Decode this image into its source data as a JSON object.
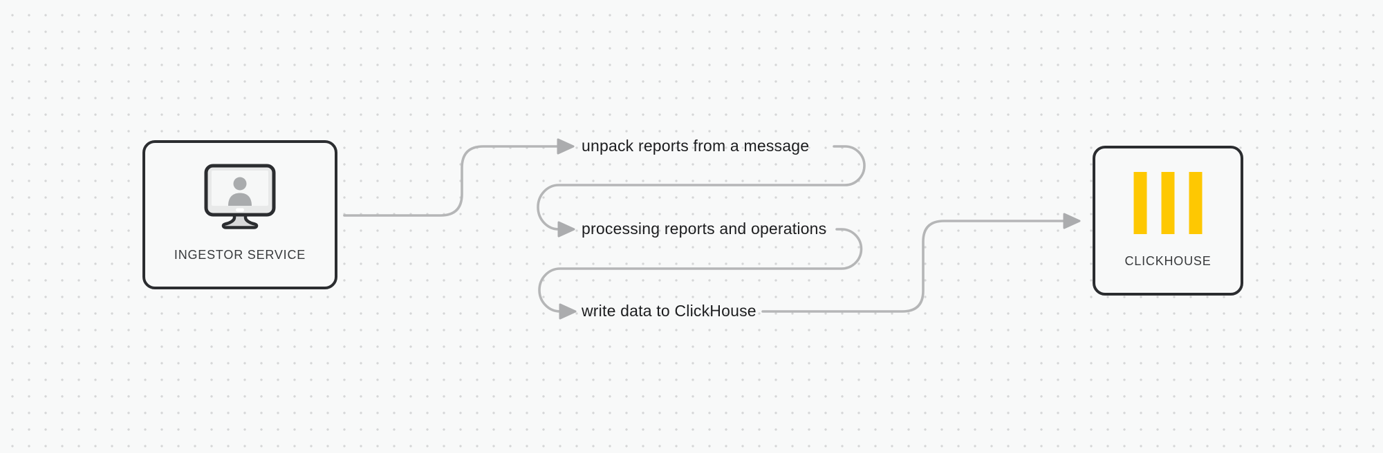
{
  "canvas": {
    "background": "#f8f9f9",
    "dot_color": "#d5d6d7"
  },
  "colors": {
    "canvas-bg": "#f8f9f9",
    "dot": "#d5d6d7",
    "connector": "#b5b6b7",
    "arrow": "#abacae",
    "node-border": "#2b2d30",
    "node-bg": "#f8f9f9",
    "node-label": "#37393b",
    "text": "#1c1d1f",
    "accent": "#fec802",
    "icon-gray": "#a9abad"
  },
  "nodes": {
    "ingestor": {
      "label": "INGESTOR SERVICE",
      "icon": "monitor-user-icon"
    },
    "clickhouse": {
      "label": "CLICKHOUSE",
      "icon": "clickhouse-logo-icon"
    }
  },
  "flow": {
    "from": "INGESTOR SERVICE",
    "to": "CLICKHOUSE",
    "steps": [
      {
        "label": "unpack reports from a message"
      },
      {
        "label": "processing reports and operations"
      },
      {
        "label": "write data to ClickHouse"
      }
    ]
  }
}
